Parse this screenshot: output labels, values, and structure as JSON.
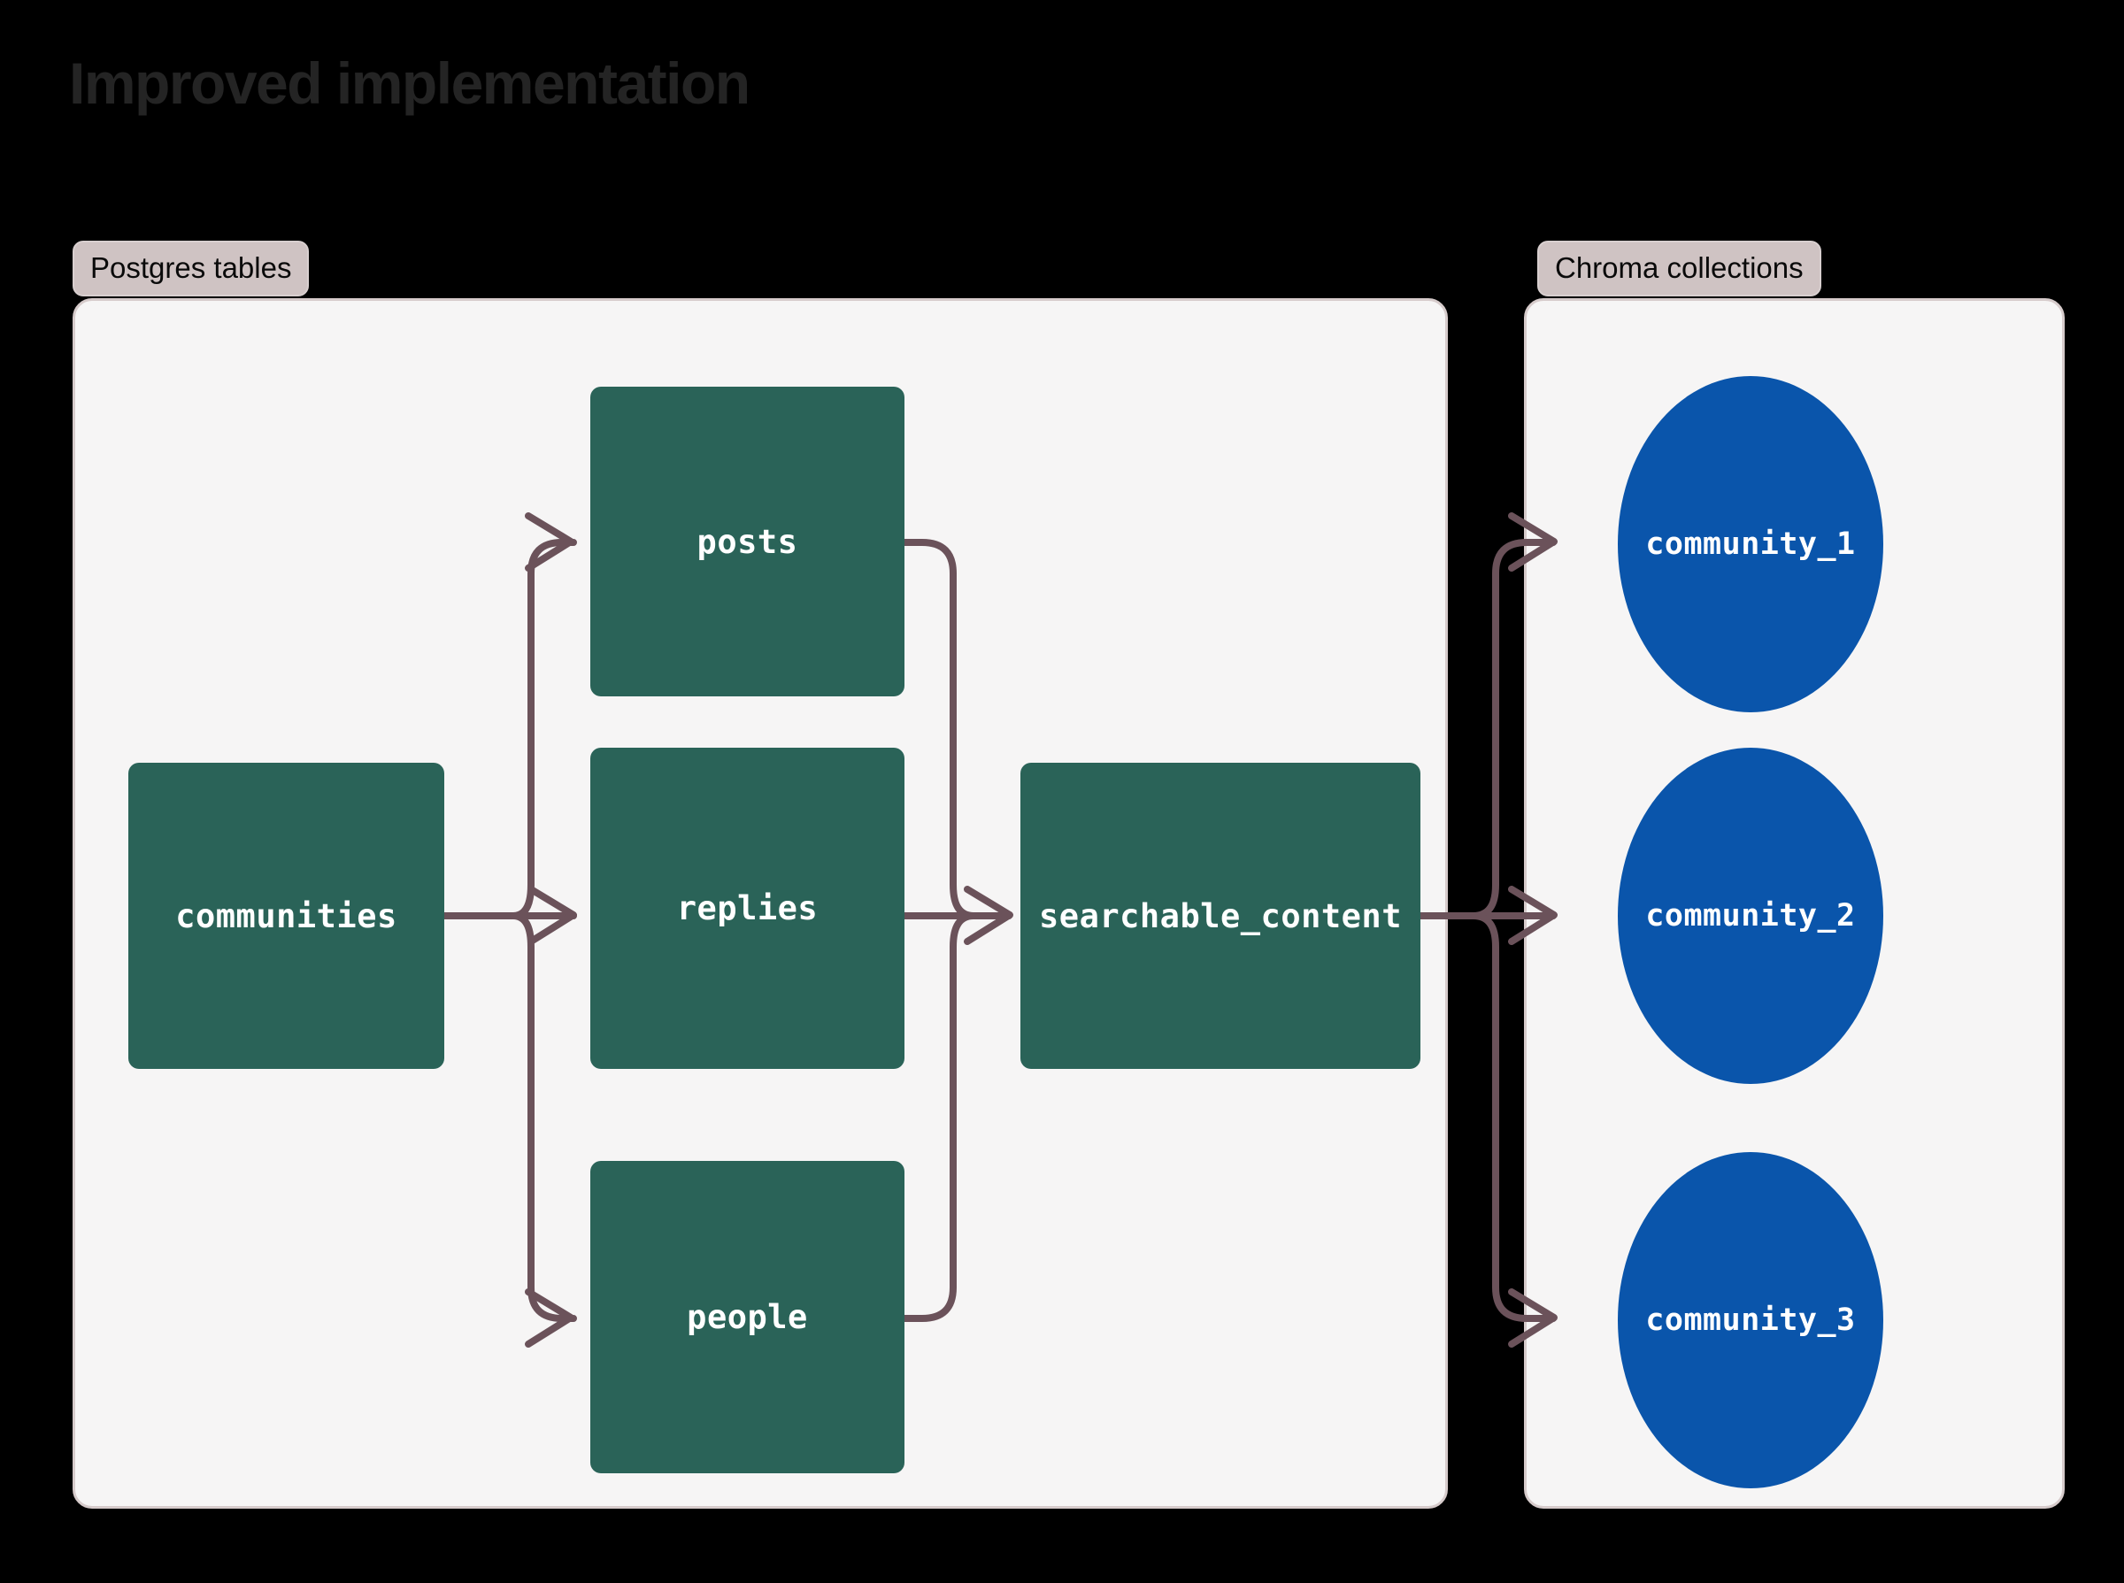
{
  "page": {
    "title": "Improved implementation",
    "background_color": "#000000",
    "title_color": "#242424"
  },
  "panels": [
    {
      "id": "postgres",
      "label": "Postgres tables",
      "fill": "#f6f5f5",
      "border": "#d6cbcb",
      "label_fill": "#cfc3c3"
    },
    {
      "id": "chroma",
      "label": "Chroma collections",
      "fill": "#f6f5f5",
      "border": "#d6cbcb",
      "label_fill": "#cfc3c3"
    }
  ],
  "nodes": {
    "tables": [
      {
        "id": "communities",
        "label": "communities",
        "shape": "rect",
        "fill": "#2a6358"
      },
      {
        "id": "posts",
        "label": "posts",
        "shape": "rect",
        "fill": "#2a6358"
      },
      {
        "id": "replies",
        "label": "replies",
        "shape": "rect",
        "fill": "#2a6358"
      },
      {
        "id": "people",
        "label": "people",
        "shape": "rect",
        "fill": "#2a6358"
      },
      {
        "id": "searchable_content",
        "label": "searchable_content",
        "shape": "rect",
        "fill": "#2a6358"
      }
    ],
    "collections": [
      {
        "id": "community_1",
        "label": "community_1",
        "shape": "circle",
        "fill": "#0a55ab"
      },
      {
        "id": "community_2",
        "label": "community_2",
        "shape": "circle",
        "fill": "#0a55ab"
      },
      {
        "id": "community_3",
        "label": "community_3",
        "shape": "circle",
        "fill": "#0a55ab"
      }
    ]
  },
  "edges": {
    "stroke": "#6b525a",
    "width": 8,
    "connections": [
      {
        "from": "communities",
        "to": "posts"
      },
      {
        "from": "communities",
        "to": "replies"
      },
      {
        "from": "communities",
        "to": "people"
      },
      {
        "from": "posts",
        "to": "searchable_content"
      },
      {
        "from": "replies",
        "to": "searchable_content"
      },
      {
        "from": "people",
        "to": "searchable_content"
      },
      {
        "from": "searchable_content",
        "to": "community_1"
      },
      {
        "from": "searchable_content",
        "to": "community_2"
      },
      {
        "from": "searchable_content",
        "to": "community_3"
      }
    ]
  }
}
